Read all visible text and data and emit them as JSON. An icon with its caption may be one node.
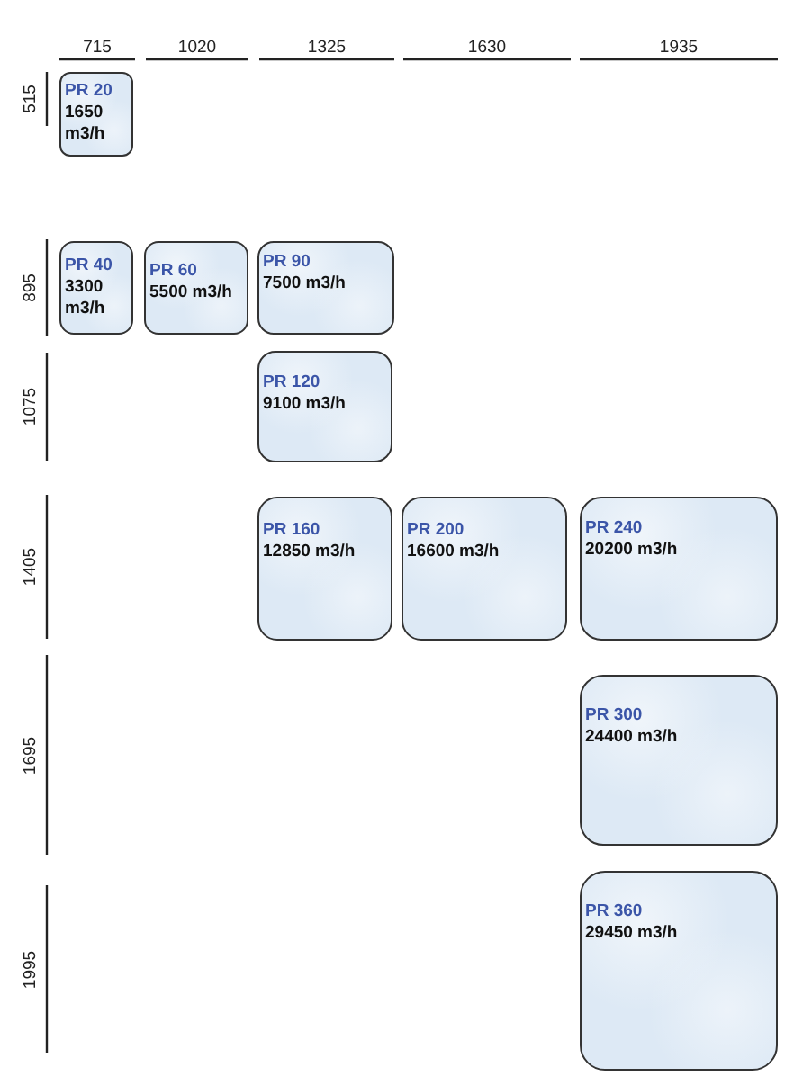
{
  "diagram": {
    "nodes": [
      {
        "text": [
          "PR 20",
          "1650 m3/h"
        ]
      },
      {
        "text": [
          "PR 40",
          "3300 m3/h"
        ]
      },
      {
        "text": [
          "PR 60",
          "5500 m3/h"
        ]
      },
      {
        "text": [
          "PR 90",
          "7500 m3/h"
        ]
      },
      {
        "text": [
          "PR 120",
          "9100 m3/h"
        ]
      },
      {
        "text": [
          "PR 160",
          "12850 m3/h"
        ]
      },
      {
        "text": [
          "PR 200",
          "16600 m3/h"
        ]
      },
      {
        "text": [
          "PR 240",
          "20200 m3/h"
        ]
      },
      {
        "text": [
          "PR 300",
          "24400 m3/h"
        ]
      },
      {
        "text": [
          "PR 360",
          "29450 m3/h"
        ]
      }
    ],
    "labels": [
      "715",
      "1020",
      "1325",
      "1630",
      "1935",
      "515",
      "895",
      "1075",
      "1405",
      "1695",
      "1995"
    ]
  }
}
